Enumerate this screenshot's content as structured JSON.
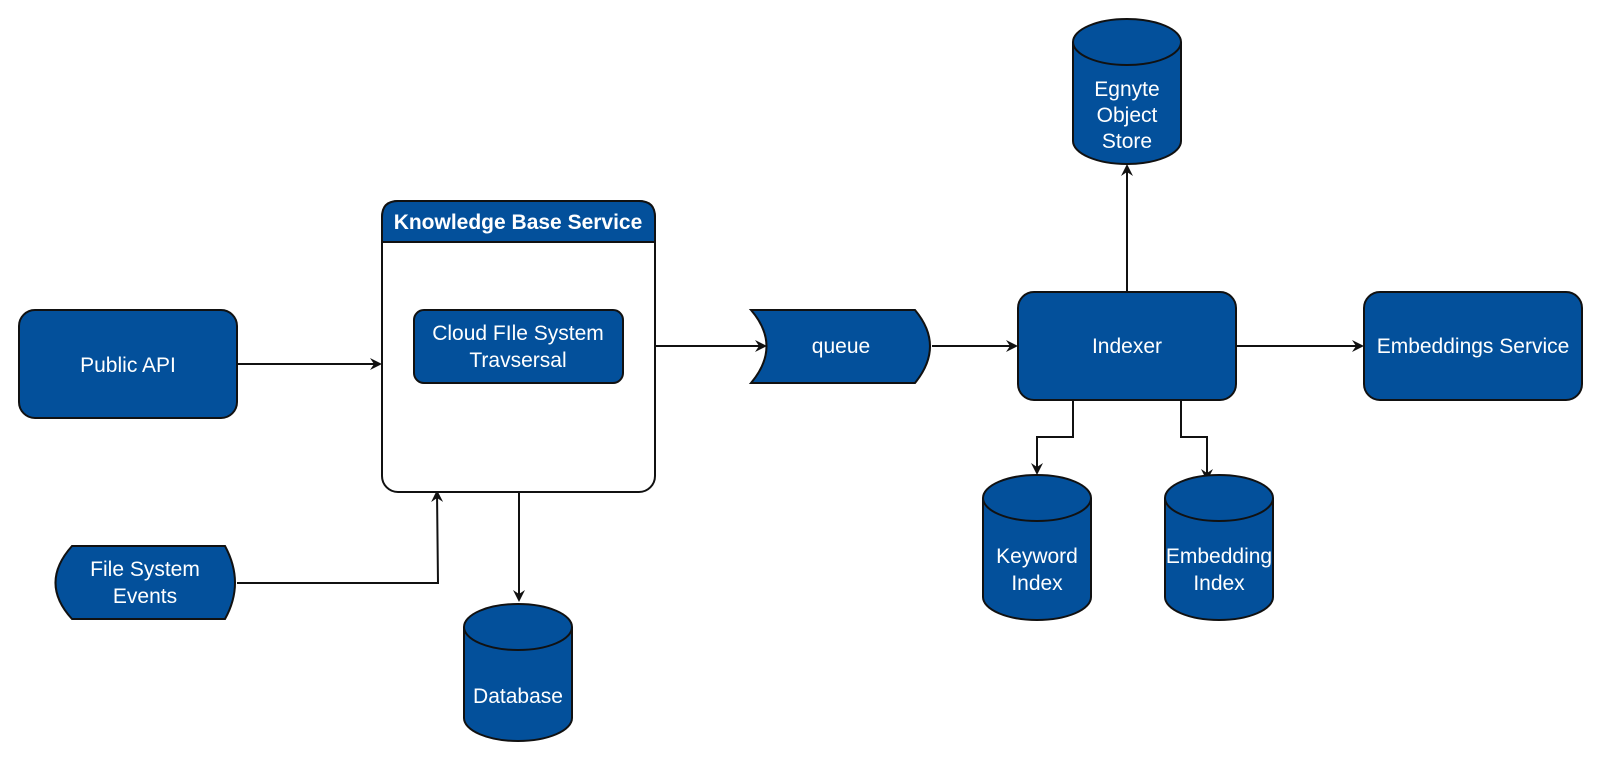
{
  "colors": {
    "fill": "#03509b",
    "stroke": "#111111",
    "text": "#ffffff",
    "background": "#ffffff"
  },
  "nodes": {
    "public_api": {
      "label": "Public API"
    },
    "kb_service": {
      "title": "Knowledge Base Service"
    },
    "traversal": {
      "line1": "Cloud FIle System",
      "line2": "Travsersal"
    },
    "fs_events": {
      "line1": "File System",
      "line2": "Events"
    },
    "database": {
      "label": "Database"
    },
    "queue": {
      "label": "queue"
    },
    "indexer": {
      "label": "Indexer"
    },
    "object_store": {
      "line1": "Egnyte",
      "line2": "Object",
      "line3": "Store"
    },
    "embeddings_service": {
      "label": "Embeddings Service"
    },
    "keyword_index": {
      "line1": "Keyword",
      "line2": "Index"
    },
    "embedding_index": {
      "line1": "Embedding",
      "line2": "Index"
    }
  }
}
